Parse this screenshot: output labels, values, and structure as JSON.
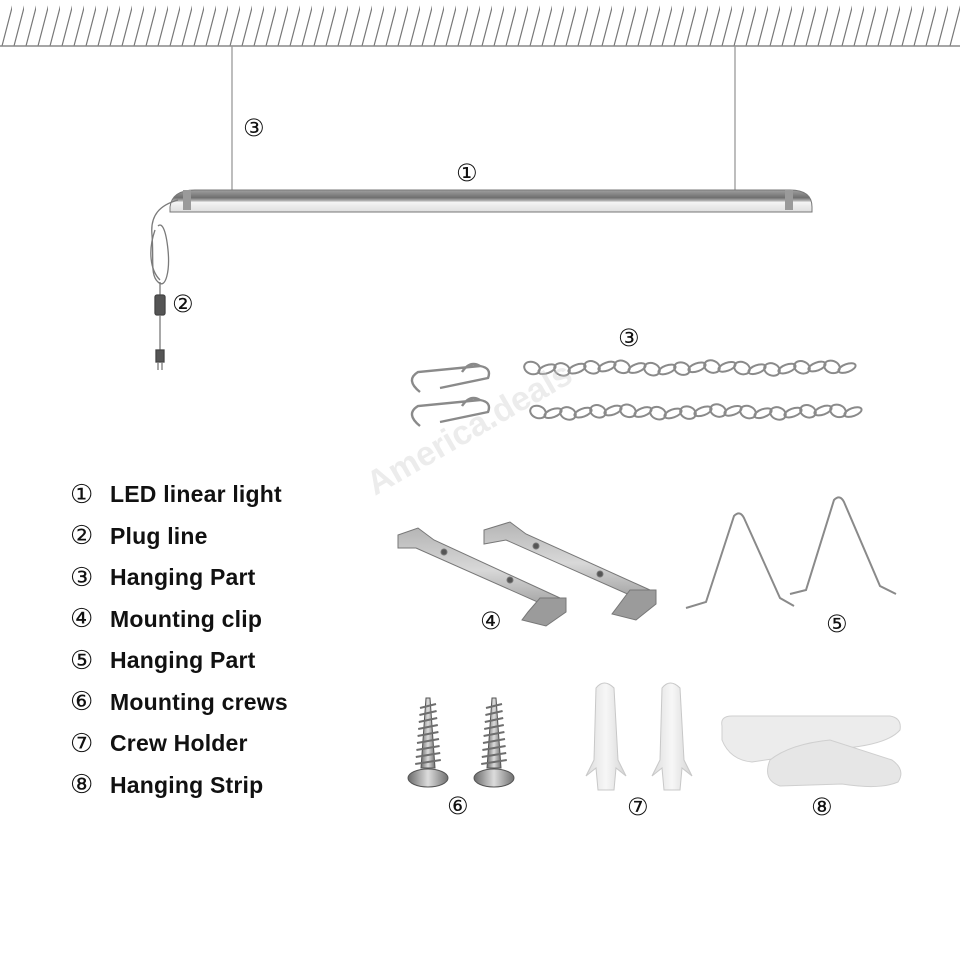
{
  "callouts": {
    "rod": "③",
    "fixture": "①",
    "plug": "②",
    "chains": "③",
    "clip": "④",
    "hanger": "⑤",
    "screws": "⑥",
    "anchors": "⑦",
    "strip": "⑧"
  },
  "watermark": "America.deals",
  "legend": [
    {
      "num": "①",
      "label": "LED linear light"
    },
    {
      "num": "②",
      "label": "Plug line"
    },
    {
      "num": "③",
      "label": "Hanging Part"
    },
    {
      "num": "④",
      "label": "Mounting clip"
    },
    {
      "num": "⑤",
      "label": "Hanging Part"
    },
    {
      "num": "⑥",
      "label": "Mounting crews"
    },
    {
      "num": "⑦",
      "label": "Crew Holder"
    },
    {
      "num": "⑧",
      "label": "Hanging Strip"
    }
  ],
  "colors": {
    "metal": "#8c8c8c",
    "diffuser": "#eeeeee",
    "plastic": "#ececec",
    "hatch": "#777777"
  }
}
